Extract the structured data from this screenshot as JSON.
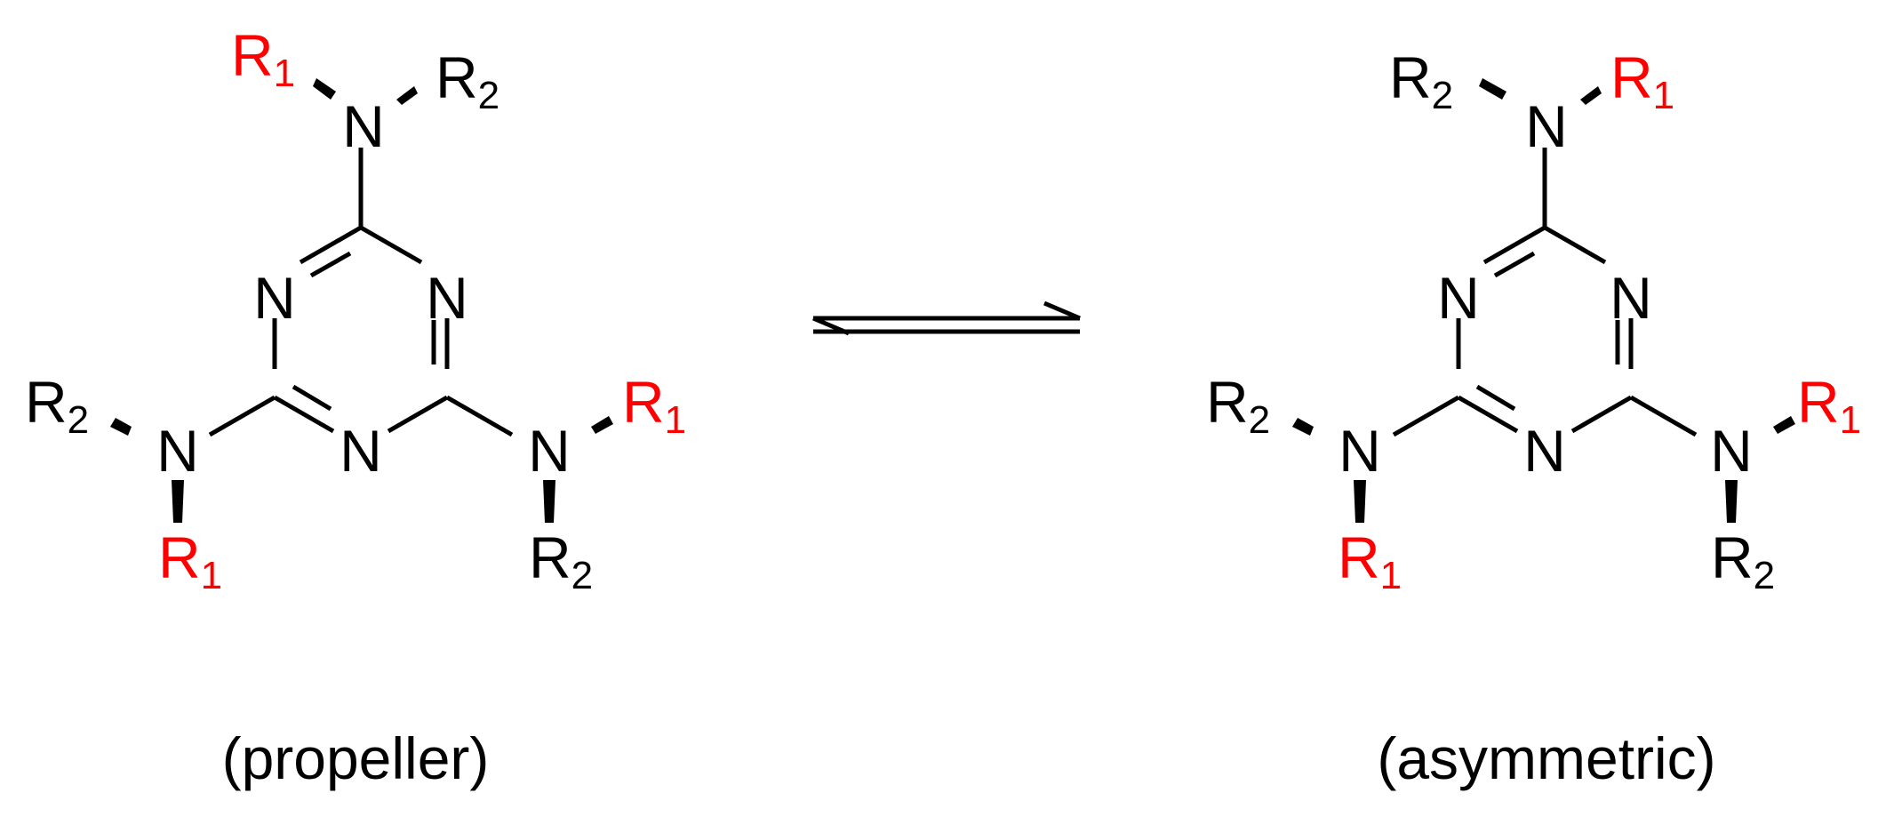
{
  "colors": {
    "ink": "#000000",
    "r1": "#ff0000",
    "background": "#ffffff"
  },
  "atoms": {
    "nitrogen": "N"
  },
  "groups": {
    "r1": {
      "letter": "R",
      "subscript": "1"
    },
    "r2": {
      "letter": "R",
      "subscript": "2"
    }
  },
  "structures": [
    {
      "caption": "(propeller)"
    },
    {
      "caption": "(asymmetric)"
    }
  ]
}
